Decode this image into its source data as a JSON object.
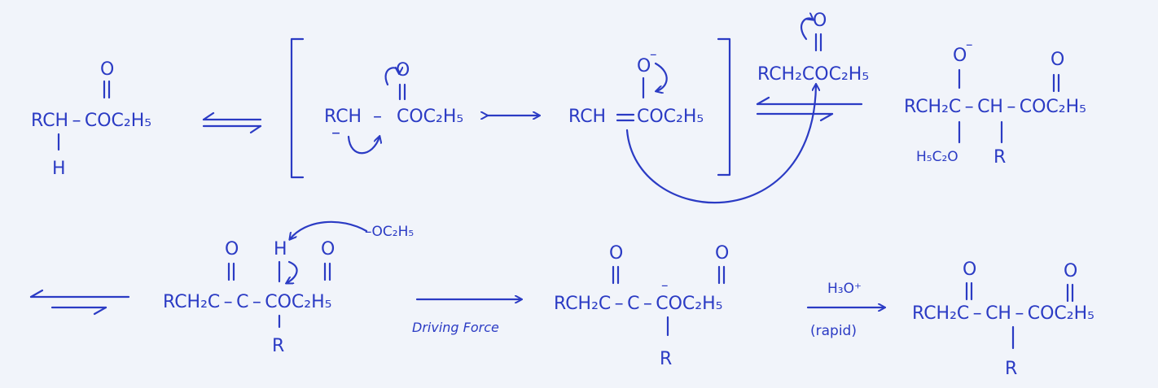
{
  "ink_color": "#2b3bc4",
  "background_color": "#f1f4fa",
  "row1": {
    "s1": {
      "main": "RCH – COC₂H₅",
      "o": "O",
      "h": "H"
    },
    "s2": {
      "main": "RCH",
      "minus": "–",
      "dash": "–",
      "ester": "COC₂H₅",
      "o": "O"
    },
    "s3": {
      "main": "RCH",
      "ester": "COC₂H₅",
      "o": "O",
      "charge": "–"
    },
    "s4": {
      "main": "RCH₂COC₂H₅",
      "o": "O"
    },
    "s5": {
      "main": "RCH₂C – CH – COC₂H₅",
      "o1": "O",
      "charge": "–",
      "o2": "O",
      "ethoxy": "H₅C₂O",
      "r": "R"
    }
  },
  "row2": {
    "s6": {
      "main": "RCH₂C – C – COC₂H₅",
      "o1": "O",
      "h": "H",
      "o2": "O",
      "r": "R",
      "ethoxide": "–OC₂H₅"
    },
    "driving_force": "Driving Force",
    "s7": {
      "main": "RCH₂C – C – COC₂H₅",
      "o1": "O",
      "charge": "–",
      "o2": "O",
      "r": "R"
    },
    "reagent": "H₃O⁺",
    "condition": "(rapid)",
    "s8": {
      "main": "RCH₂C – CH – COC₂H₅",
      "o1": "O",
      "o2": "O",
      "r": "R"
    }
  }
}
